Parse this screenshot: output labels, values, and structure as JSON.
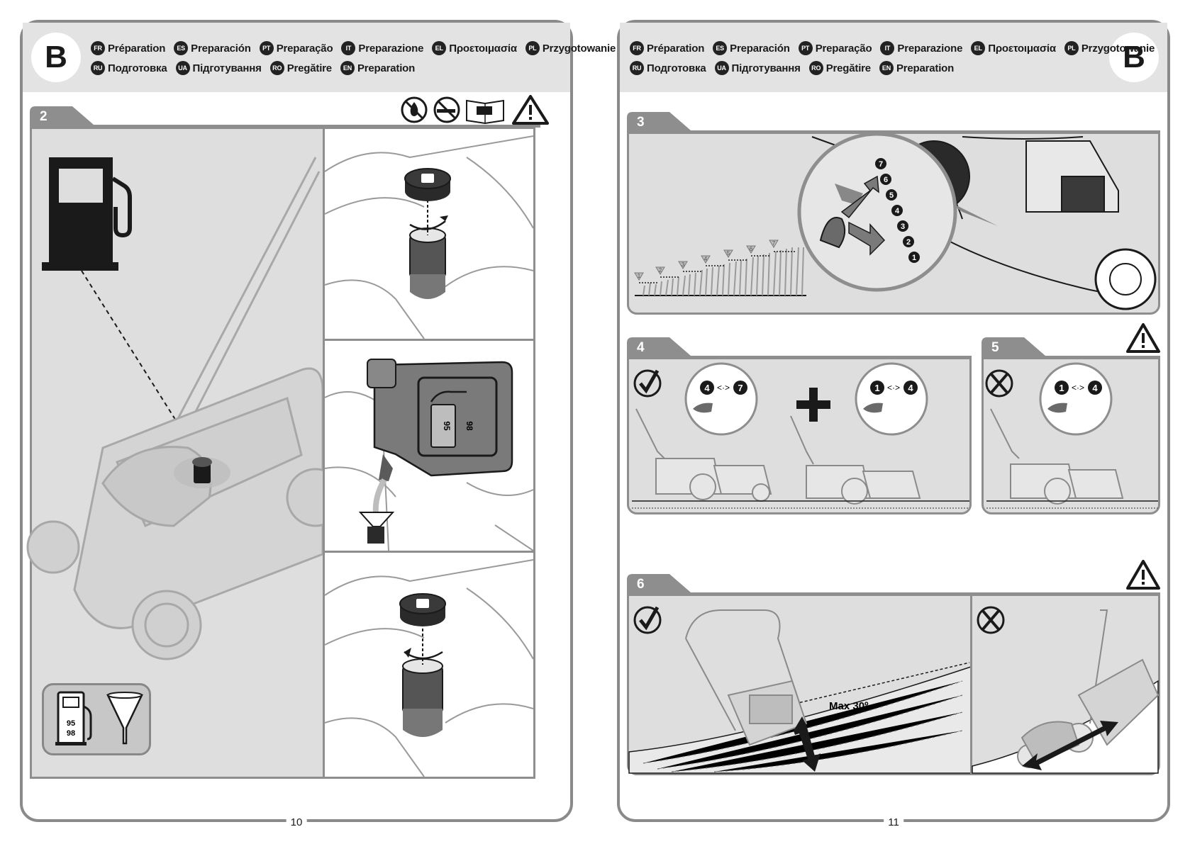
{
  "section_letter": "B",
  "languages": [
    {
      "code": "FR",
      "label": "Préparation"
    },
    {
      "code": "ES",
      "label": "Preparación"
    },
    {
      "code": "PT",
      "label": "Preparação"
    },
    {
      "code": "IT",
      "label": "Preparazione"
    },
    {
      "code": "EL",
      "label": "Προετοιμασία"
    },
    {
      "code": "PL",
      "label": "Przygotowanie"
    },
    {
      "code": "RU",
      "label": "Подготовка"
    },
    {
      "code": "UA",
      "label": "Підготування"
    },
    {
      "code": "RO",
      "label": "Pregătire"
    },
    {
      "code": "EN",
      "label": "Preparation"
    }
  ],
  "left_page": {
    "page_number": "10",
    "step": "2",
    "warning_icons": [
      "no-fire-icon",
      "no-smoking-icon",
      "read-manual-icon",
      "warning-triangle-icon"
    ],
    "fuel_octane": [
      "95",
      "98"
    ],
    "canister_octane": [
      "95",
      "98"
    ]
  },
  "right_page": {
    "page_number": "11",
    "steps": {
      "s3": {
        "number": "3",
        "height_positions": [
          "7",
          "6",
          "5",
          "4",
          "3",
          "2",
          "1"
        ],
        "grass_marks": [
          "1",
          "2",
          "3",
          "4",
          "5",
          "6",
          "7"
        ]
      },
      "s4": {
        "number": "4",
        "range_a": [
          "4",
          "7"
        ],
        "range_b": [
          "1",
          "4"
        ]
      },
      "s5": {
        "number": "5",
        "range": [
          "1",
          "4"
        ]
      },
      "s6": {
        "number": "6",
        "slope_label": "Max 30º"
      }
    }
  },
  "colors": {
    "frame": "#8a8a8a",
    "header": "#e3e3e3",
    "panel": "#dedede",
    "tab": "#8e8e8e",
    "ink": "#1a1a1a"
  }
}
